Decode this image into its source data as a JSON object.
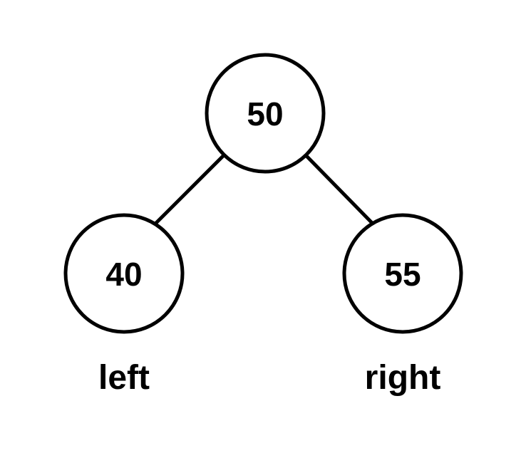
{
  "tree": {
    "root": {
      "value": "50"
    },
    "left": {
      "value": "40"
    },
    "right": {
      "value": "55"
    }
  },
  "labels": {
    "left": "left",
    "right": "right"
  }
}
